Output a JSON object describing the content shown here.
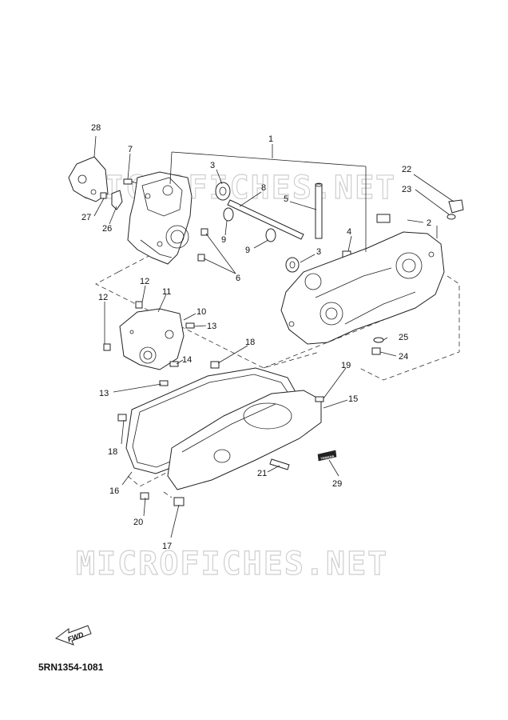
{
  "diagram_code": "5RN1354-1081",
  "watermark": "MICROFICHES.NET",
  "fwd_label": "FWD",
  "logo_tag": "YAMAHA",
  "callouts": {
    "c1": "1",
    "c2": "2",
    "c3a": "3",
    "c3b": "3",
    "c4": "4",
    "c5": "5",
    "c6": "6",
    "c7": "7",
    "c8": "8",
    "c9a": "9",
    "c9b": "9",
    "c10": "10",
    "c11": "11",
    "c12a": "12",
    "c12b": "12",
    "c13a": "13",
    "c13b": "13",
    "c14": "14",
    "c15": "15",
    "c16": "16",
    "c17": "17",
    "c18a": "18",
    "c18b": "18",
    "c19": "19",
    "c20": "20",
    "c21": "21",
    "c22": "22",
    "c23": "23",
    "c24": "24",
    "c25": "25",
    "c26": "26",
    "c27": "27",
    "c28": "28",
    "c29": "29"
  }
}
